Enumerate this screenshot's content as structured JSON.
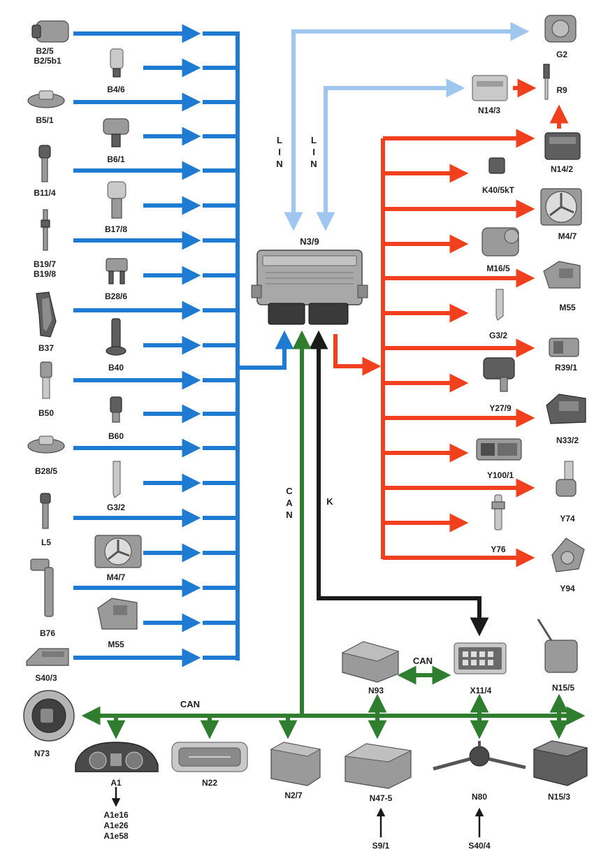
{
  "colors": {
    "input_signal": "#1f7bd1",
    "lin_bus": "#9fc6ef",
    "output_signal": "#f0401e",
    "can_bus": "#2f7d2f",
    "k_line": "#1a1a1a"
  },
  "ecu": {
    "label": "N3/9"
  },
  "bus_labels": {
    "lin_left": [
      "L",
      "I",
      "N"
    ],
    "lin_right": [
      "L",
      "I",
      "N"
    ],
    "can_vertical": [
      "C",
      "A",
      "N"
    ],
    "k_line": "K",
    "can_horizontal": "CAN",
    "can_n93_x11": "CAN"
  },
  "sensors": {
    "B2_5": [
      "B2/5",
      "B2/5b1"
    ],
    "B4_6": "B4/6",
    "B5_1": "B5/1",
    "B6_1": "B6/1",
    "B11_4": "B11/4",
    "B17_8": "B17/8",
    "B19_7": [
      "B19/7",
      "B19/8"
    ],
    "B28_6": "B28/6",
    "B37": "B37",
    "B40": "B40",
    "B50": "B50",
    "B60": "B60",
    "B28_5": "B28/5",
    "G3_2_in": "G3/2",
    "L5": "L5",
    "M4_7_in": "M4/7",
    "B76": "B76",
    "M55_in": "M55",
    "S40_3": "S40/3"
  },
  "lin_devices": {
    "G2": "G2",
    "N14_3": "N14/3",
    "R9": "R9"
  },
  "actuators": {
    "N14_2": "N14/2",
    "K40_5kT": "K40/5kT",
    "M4_7_out": "M4/7",
    "M16_5": "M16/5",
    "M55_out": "M55",
    "G3_2_out": "G3/2",
    "R39_1": "R39/1",
    "Y27_9": "Y27/9",
    "N33_2": "N33/2",
    "Y100_1": "Y100/1",
    "Y74": "Y74",
    "Y76": "Y76",
    "Y94": "Y94"
  },
  "network": {
    "N93": "N93",
    "X11_4": "X11/4",
    "N15_5": "N15/5",
    "N73": "N73",
    "A1": "A1",
    "N22": "N22",
    "N2_7": "N2/7",
    "N47_5": "N47-5",
    "N80": "N80",
    "N15_3": "N15/3",
    "A1_sub": [
      "A1e16",
      "A1e26",
      "A1e58"
    ],
    "S9_1": "S9/1",
    "S40_4": "S40/4"
  },
  "icons": {
    "sensor": "sensor-icon",
    "actuator": "actuator-icon",
    "ecu": "control-unit-icon",
    "connector": "connector-icon"
  }
}
